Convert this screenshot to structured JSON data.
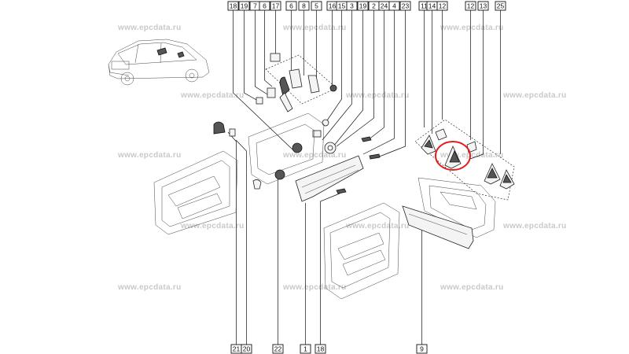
{
  "watermark": "www.epcdata.ru",
  "colors": {
    "ink": "#111111",
    "highlight": "#e02020",
    "watermark": "#c9c9c9"
  },
  "top_callouts": [
    {
      "id": "18"
    },
    {
      "id": "19"
    },
    {
      "id": "7"
    },
    {
      "id": "6"
    },
    {
      "id": "17"
    },
    {
      "id": "6"
    },
    {
      "id": "8"
    },
    {
      "id": "5"
    },
    {
      "id": "16"
    },
    {
      "id": "15"
    },
    {
      "id": "3"
    },
    {
      "id": "19"
    },
    {
      "id": "2"
    },
    {
      "id": "24"
    },
    {
      "id": "4"
    },
    {
      "id": "23"
    },
    {
      "id": "11"
    },
    {
      "id": "14"
    },
    {
      "id": "12"
    },
    {
      "id": "12"
    },
    {
      "id": "13"
    },
    {
      "id": "25"
    }
  ],
  "bottom_callouts": [
    {
      "id": "21"
    },
    {
      "id": "20"
    },
    {
      "id": "22"
    },
    {
      "id": "1"
    },
    {
      "id": "18"
    },
    {
      "id": "9"
    }
  ],
  "highlight": {
    "shape": "circle",
    "target_part": "12"
  }
}
